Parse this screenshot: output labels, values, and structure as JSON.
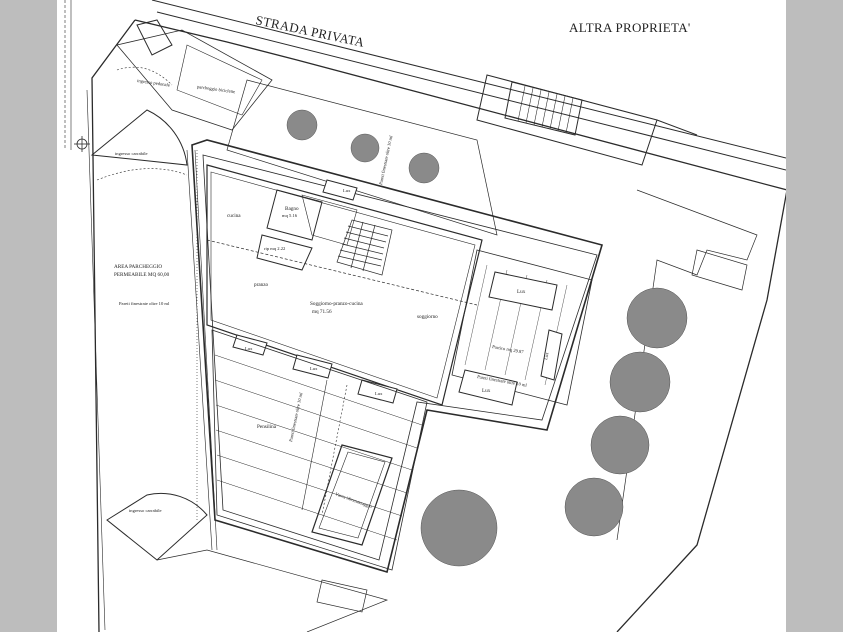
{
  "header": {
    "road_label": "STRADA PRIVATA",
    "neighbor_label": "ALTRA PROPRIETA'"
  },
  "rooms": {
    "cucina": "cucina",
    "bagno": "Bagno",
    "bagno_area": "mq 5.16",
    "rip": "rip mq 2.22",
    "pranzo": "pranzo",
    "soggiorno_pranzo_cucina": "Soggiorno-pranzo-cucina",
    "soggiorno_area": "mq 71.56",
    "soggiorno": "soggiorno"
  },
  "labels": {
    "ingresso_pedonale": "ingresso pedonale",
    "parcheggio_biciclette": "parcheggio biciclette",
    "ingresso_carrabile_top": "ingresso carrabile",
    "ingresso_carrabile_bottom": "ingresso carrabile",
    "area_parcheggio_line1": "AREA PARCHEGGIO",
    "area_parcheggio_line2": "PERMEABILE MQ 60,00",
    "pareti_finestrate_left": "Pareti finestrate oltre 10 ml",
    "pareti_finestrate_top": "Pareti finestrate oltre 10 ml",
    "pareti_finestrate_right": "Pareti finestrate oltre 10 ml",
    "pareti_finestrate_bottom": "Pareti finestrate oltre 10 ml",
    "pensilina": "Pensilina",
    "piscina": "Vasca idromassaggio",
    "portico": "Portico mq 29.87",
    "lux_1": "Lux",
    "lux_2": "Lux",
    "lux_3": "Lux",
    "lux_4": "Lux",
    "lux_5": "Lux",
    "lux_6": "Lux",
    "lux_7": "Lux"
  },
  "colors": {
    "line": "#2b2b2b",
    "tree": "#6e6e6e",
    "background": "#ffffff",
    "margin": "#bdbdbd"
  }
}
